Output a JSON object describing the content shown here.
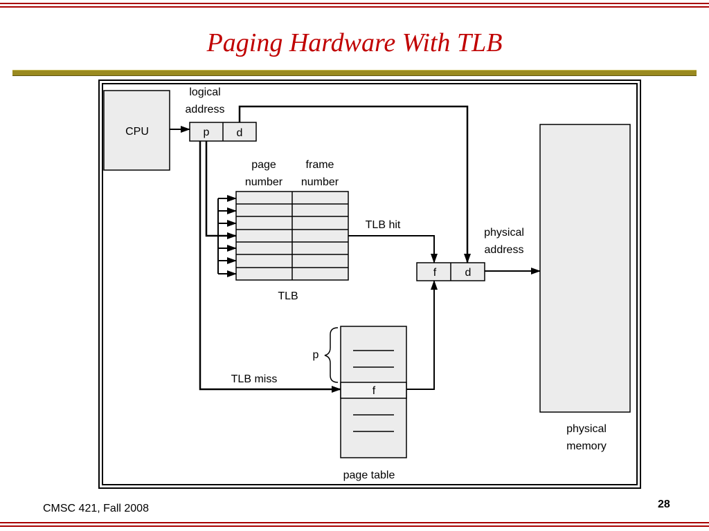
{
  "slide": {
    "title": "Paging Hardware With TLB",
    "footer": "CMSC 421, Fall 2008",
    "page_number": "28",
    "accent_color": "#c00000",
    "title_bar_color": "#9a8a20",
    "border_color": "#a80000"
  },
  "diagram": {
    "cpu_label": "CPU",
    "logical_address_label": [
      "logical",
      "address"
    ],
    "logical_p": "p",
    "logical_d": "d",
    "tlb_page_header": [
      "page",
      "number"
    ],
    "tlb_frame_header": [
      "frame",
      "number"
    ],
    "tlb_label": "TLB",
    "tlb_hit_label": "TLB hit",
    "tlb_miss_label": "TLB miss",
    "physical_address_label": [
      "physical",
      "address"
    ],
    "physical_f": "f",
    "physical_d": "d",
    "page_table_p": "p",
    "page_table_f": "f",
    "page_table_label": "page table",
    "physical_memory_label": [
      "physical",
      "memory"
    ]
  }
}
